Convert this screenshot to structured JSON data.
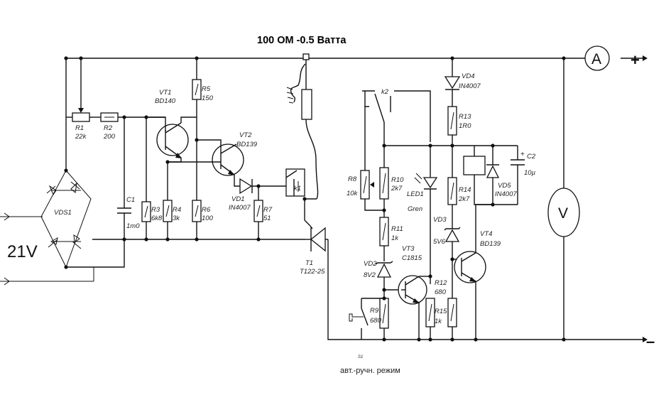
{
  "note": "100 ОМ -0.5 Ватта",
  "input_voltage": "21V",
  "terminals": {
    "plus": "+",
    "minus": "–"
  },
  "meters": {
    "ammeter": "A",
    "voltmeter": "V"
  },
  "mode_switch": {
    "ref": "S1",
    "label": "авт.-ручн. режим"
  },
  "components": {
    "VDS1": "VDS1",
    "R1": {
      "ref": "R1",
      "value": "22k"
    },
    "R2": {
      "ref": "R2",
      "value": "200"
    },
    "C1": {
      "ref": "C1",
      "value": "1m0"
    },
    "R3": {
      "ref": "R3",
      "value": "6k8"
    },
    "R4": {
      "ref": "R4",
      "value": "3k"
    },
    "VT1": {
      "ref": "VT1",
      "value": "BD140"
    },
    "R5": {
      "ref": "R5",
      "value": "150"
    },
    "R6": {
      "ref": "R6",
      "value": "100"
    },
    "VT2": {
      "ref": "VT2",
      "value": "BD139"
    },
    "VD1": {
      "ref": "VD1",
      "value": "IN4007"
    },
    "R7": {
      "ref": "R7",
      "value": "51"
    },
    "K1": "k1",
    "K2": "k2",
    "T1": {
      "ref": "T1",
      "value": "T122-25"
    },
    "R8": {
      "ref": "R8",
      "value": "10k"
    },
    "R10": {
      "ref": "R10",
      "value": "2k7"
    },
    "LED1": {
      "ref": "LED1",
      "value": "Gren"
    },
    "R11": {
      "ref": "R11",
      "value": "1k"
    },
    "VD2": {
      "ref": "VD2",
      "value": "8V2"
    },
    "R9": {
      "ref": "R9",
      "value": "680"
    },
    "VT3": {
      "ref": "VT3",
      "value": "C1815"
    },
    "R12": {
      "ref": "R12",
      "value": "680"
    },
    "VD3": {
      "ref": "VD3",
      "value": "5V6"
    },
    "VD4": {
      "ref": "VD4",
      "value": "IN4007"
    },
    "R13": {
      "ref": "R13",
      "value": "1R0"
    },
    "R14": {
      "ref": "R14",
      "value": "2k7"
    },
    "R15": {
      "ref": "R15",
      "value": "1k"
    },
    "VT4": {
      "ref": "VT4",
      "value": "BD139"
    },
    "VD5": {
      "ref": "VD5",
      "value": "IN4007"
    },
    "C2": {
      "ref": "C2",
      "value": "10µ"
    }
  }
}
